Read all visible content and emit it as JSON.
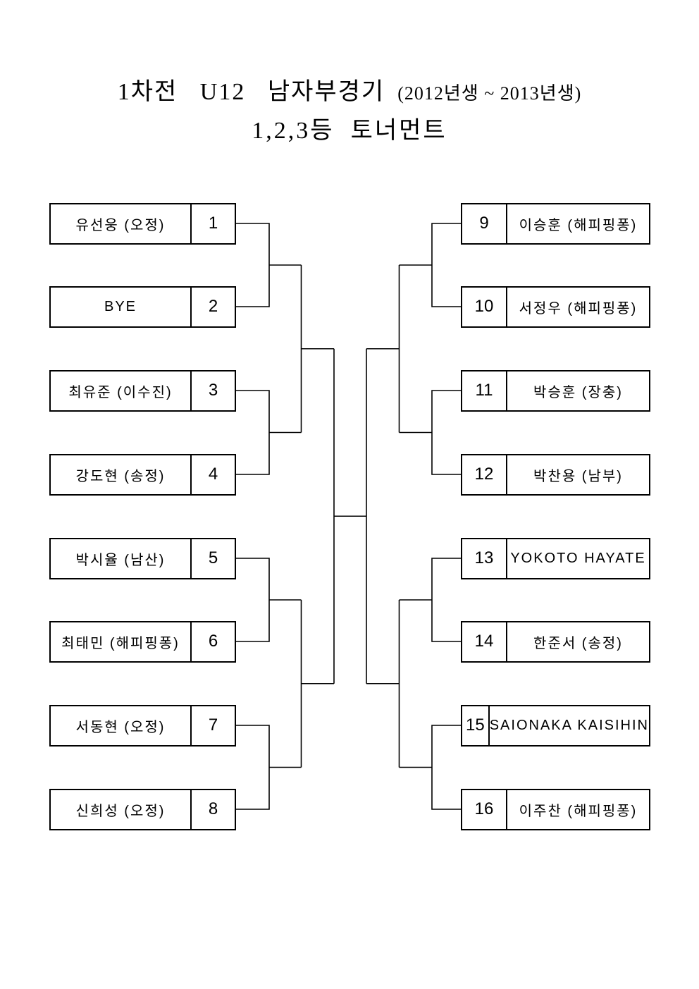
{
  "title": {
    "line1_main": "1차전   U12   남자부경기",
    "line1_paren": "(2012년생 ~ 2013년생)",
    "line2": "1,2,3등  토너먼트"
  },
  "bracket": {
    "left": [
      {
        "seed": "1",
        "name": "유선웅 (오정)"
      },
      {
        "seed": "2",
        "name": "BYE"
      },
      {
        "seed": "3",
        "name": "최유준 (이수진)"
      },
      {
        "seed": "4",
        "name": "강도현 (송정)"
      },
      {
        "seed": "5",
        "name": "박시율 (남산)"
      },
      {
        "seed": "6",
        "name": "최태민 (해피핑퐁)"
      },
      {
        "seed": "7",
        "name": "서동현 (오정)"
      },
      {
        "seed": "8",
        "name": "신희성 (오정)"
      }
    ],
    "right": [
      {
        "seed": "9",
        "name": "이승훈 (해피핑퐁)"
      },
      {
        "seed": "10",
        "name": "서정우 (해피핑퐁)"
      },
      {
        "seed": "11",
        "name": "박승훈 (장충)"
      },
      {
        "seed": "12",
        "name": "박찬용 (남부)"
      },
      {
        "seed": "13",
        "name": "YOKOTO HAYATE"
      },
      {
        "seed": "14",
        "name": "한준서 (송정)"
      },
      {
        "seed": "15",
        "name": "SAIONAKA KAISIHIN"
      },
      {
        "seed": "16",
        "name": "이주찬 (해피핑퐁)"
      }
    ]
  },
  "colors": {
    "line": "#000000",
    "text": "#000000",
    "background": "#ffffff"
  }
}
